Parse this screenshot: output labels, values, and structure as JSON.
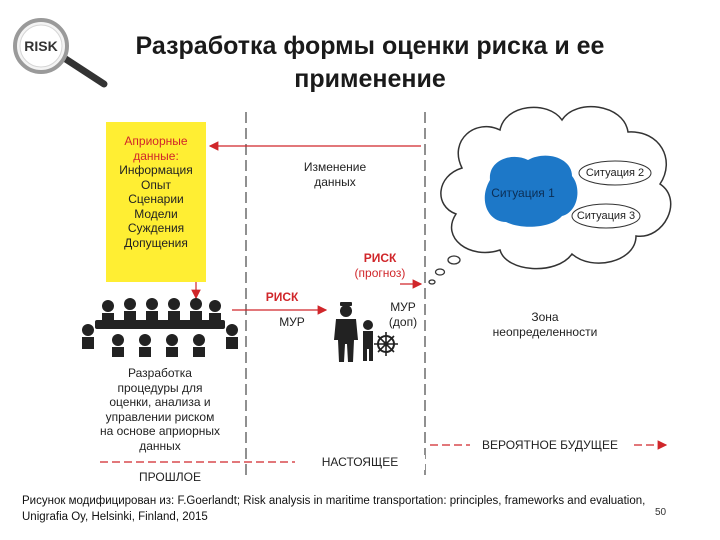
{
  "title": "Разработка формы оценки риска и ее применение",
  "logo_text": "RISK",
  "apriori": {
    "heading": [
      "Априорные",
      "данные:"
    ],
    "items": [
      "Информация",
      "Опыт",
      "Сценарии",
      "Модели",
      "Суждения",
      "Допущения"
    ]
  },
  "change_data": [
    "Изменение",
    "данных"
  ],
  "risk_forecast": [
    "РИСК",
    "(прогноз)"
  ],
  "risk_label": "РИСК",
  "mur_label": "МУР",
  "mur_extra": [
    "МУР",
    "(доп)"
  ],
  "uncertainty_zone": [
    "Зона",
    "неопределенности"
  ],
  "situations": [
    "Ситуация 1",
    "Ситуация 2",
    "Ситуация 3"
  ],
  "procedure": [
    "Разработка",
    "процедуры для",
    "оценки, анализа и",
    "управлении риском",
    "на основе априорных",
    "данных"
  ],
  "timeline": {
    "past": "ПРОШЛОЕ",
    "present": "НАСТОЯЩЕЕ",
    "future": "ВЕРОЯТНОЕ БУДУЩЕЕ"
  },
  "caption": [
    "Рисунок модифицирован из: F.Goerlandt; Risk analysis in maritime transportation: principles, frameworks and evaluation,",
    "Unigrafia Oy, Helsinki, Finland, 2015"
  ],
  "page_number": "50",
  "colors": {
    "accent_red": "#d0262a",
    "apriori_yellow": "#ffee33",
    "situation_blue": "#1d78c8"
  }
}
